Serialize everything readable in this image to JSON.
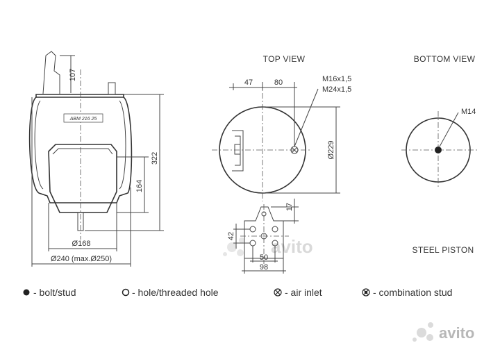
{
  "views": {
    "top": "TOP VIEW",
    "bottom": "BOTTOM VIEW",
    "piston": "STEEL PISTON"
  },
  "side": {
    "part_code": "ABM 216 25",
    "dim_107": "107",
    "dim_322": "322",
    "dim_164": "164",
    "dim_168": "Ø168",
    "dim_240": "Ø240 (max.Ø250)"
  },
  "top_view": {
    "dim_47": "47",
    "dim_80": "80",
    "thread_1": "M16x1,5",
    "thread_2": "M24x1,5",
    "dim_229": "Ø229",
    "dim_17": "17",
    "dim_42": "42",
    "dim_50": "50",
    "dim_98": "98"
  },
  "bottom_view": {
    "thread": "M14"
  },
  "legend": {
    "bolt": "- bolt/stud",
    "hole": "- hole/threaded hole",
    "air": "- air inlet",
    "combo": "- combination stud"
  },
  "watermarks": {
    "brand": "аvito"
  }
}
